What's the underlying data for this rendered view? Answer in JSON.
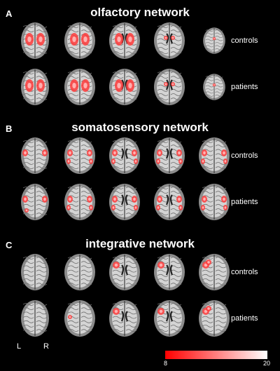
{
  "panels": [
    {
      "letter": "A",
      "title": "olfactory network",
      "rows": [
        "controls",
        "patients"
      ]
    },
    {
      "letter": "B",
      "title": "somatosensory network",
      "rows": [
        "controls",
        "patients"
      ]
    },
    {
      "letter": "C",
      "title": "integrative network",
      "rows": [
        "controls",
        "patients"
      ]
    }
  ],
  "sides": {
    "left": "L",
    "right": "R"
  },
  "colorbar": {
    "min": "8",
    "max": "20",
    "low_color": "#ff0000",
    "high_color": "#ffffff"
  }
}
